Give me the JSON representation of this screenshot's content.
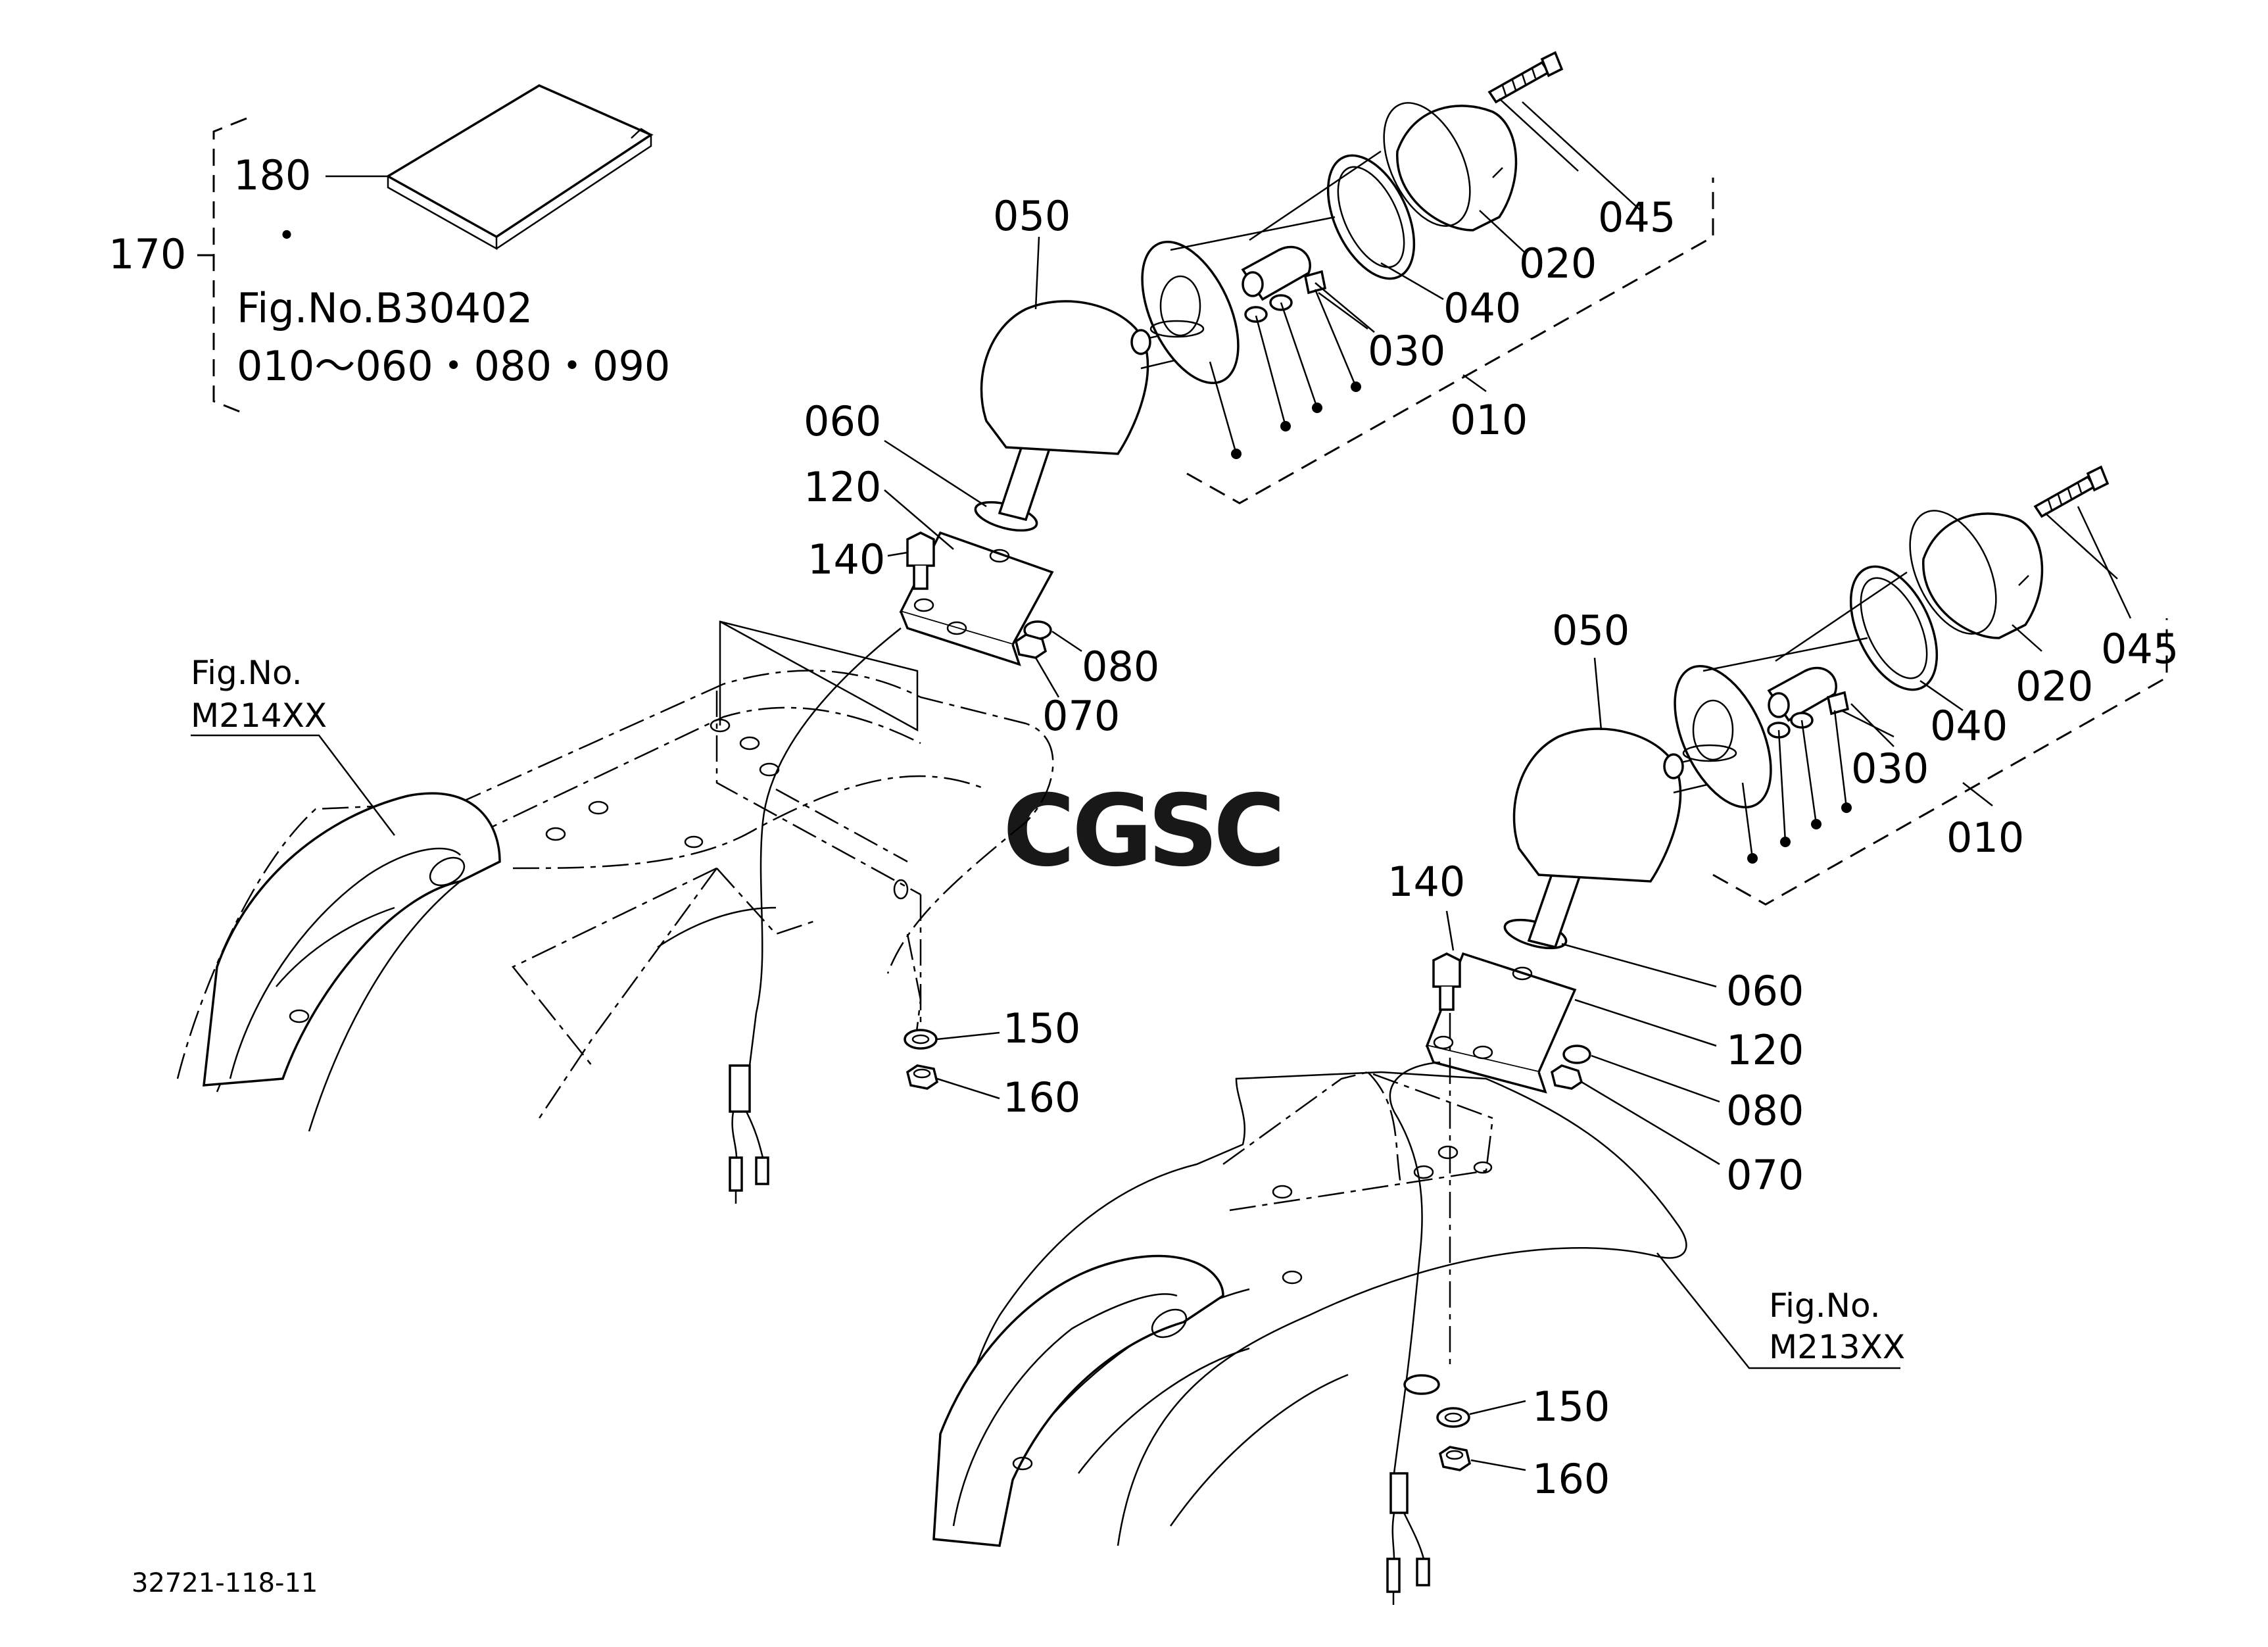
{
  "diagram": {
    "legend": {
      "assembly_no": "170",
      "item_no": "180",
      "bullet": "・",
      "fig_ref": "Fig.No.B30402",
      "parts_range": "010～060・080・090"
    },
    "left_assembly": {
      "labels": [
        "050",
        "045",
        "020",
        "040",
        "030",
        "010",
        "060",
        "120",
        "140",
        "080",
        "070",
        "150",
        "160"
      ],
      "fig_ref_line1": "Fig.No.",
      "fig_ref_line2": "M214XX"
    },
    "right_assembly": {
      "labels": [
        "050",
        "045",
        "020",
        "040",
        "030",
        "010",
        "140",
        "060",
        "120",
        "080",
        "070",
        "150",
        "160"
      ],
      "fig_ref_line1": "Fig.No.",
      "fig_ref_line2": "M213XX"
    },
    "watermark": {
      "letters": [
        "C",
        "G",
        "S",
        "C"
      ],
      "colors": [
        "#8ab4f8",
        "#f28b82",
        "#fdd663",
        "#81c995"
      ]
    },
    "serial": "32721-118-11"
  }
}
